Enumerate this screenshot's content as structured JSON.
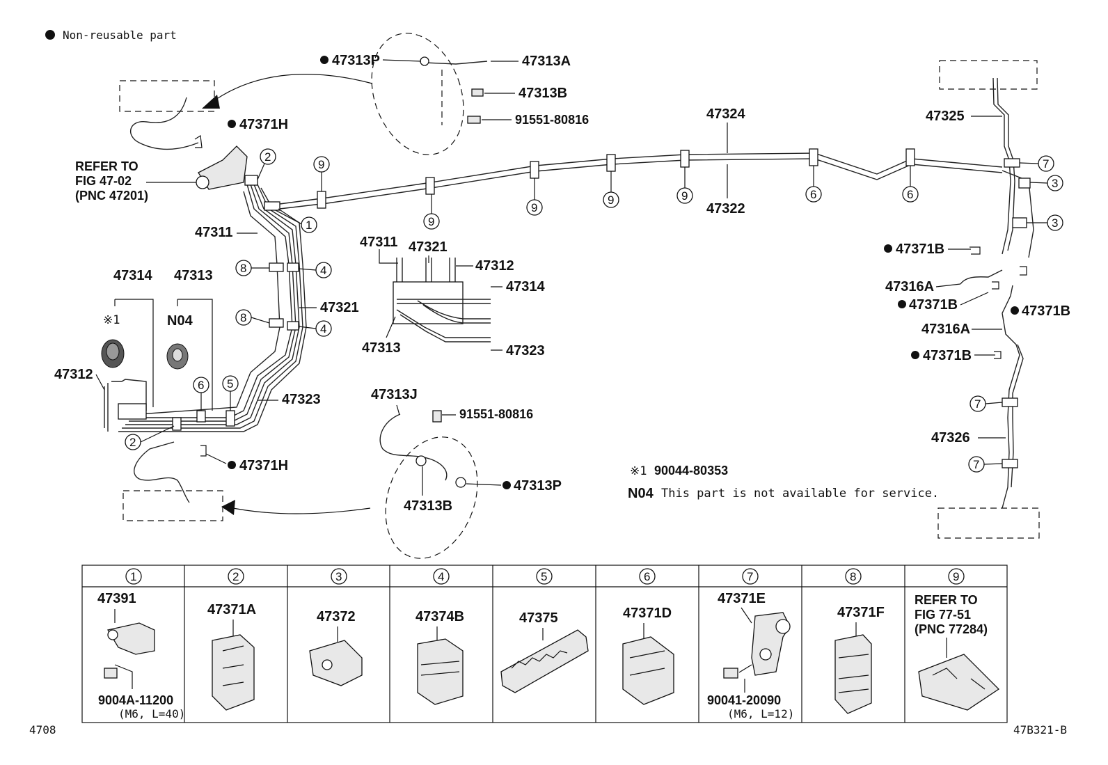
{
  "legend": {
    "nonreusable": "Non-reusable part"
  },
  "labels": {
    "p47313P_top": "47313P",
    "p47313A": "47313A",
    "p47313B_top": "47313B",
    "p91551_top": "91551-80816",
    "p47371H_top": "47371H",
    "p47324": "47324",
    "p47325": "47325",
    "p47322": "47322",
    "p47311": "47311",
    "p47321": "47321",
    "p47314": "47314",
    "p47313": "47313",
    "p47312": "47312",
    "pN04": "N04",
    "pX1": "※1",
    "p47323": "47323",
    "p47371H_bot": "47371H",
    "p47313J": "47313J",
    "p91551_bot": "91551-80816",
    "p47313P_bot": "47313P",
    "p47313B_bot": "47313B",
    "d47311": "47311",
    "d47321": "47321",
    "d47312": "47312",
    "d47314": "47314",
    "d47313": "47313",
    "d47323": "47323",
    "p47371B_1": "47371B",
    "p47316A_1": "47316A",
    "p47371B_2": "47371B",
    "p47371B_3": "47371B",
    "p47316A_2": "47316A",
    "p47371B_4": "47371B",
    "p47326": "47326"
  },
  "refer": {
    "line1": "REFER TO",
    "line2": "FIG 47-02",
    "line3": "(PNC 47201)"
  },
  "notes": {
    "x1_mark": "※1",
    "x1_part": "90044-80353",
    "n04_mark": "N04",
    "n04_text": "This part is not available for service."
  },
  "circle_nums": {
    "c1": "1",
    "c2": "2",
    "c3": "3",
    "c4": "4",
    "c5": "5",
    "c6": "6",
    "c7": "7",
    "c8": "8",
    "c9": "9"
  },
  "table": {
    "headers": [
      "1",
      "2",
      "3",
      "4",
      "5",
      "6",
      "7",
      "8",
      "9"
    ],
    "cells": [
      {
        "part": "47391",
        "sub": "9004A-11200",
        "sub2": "(M6, L=40)"
      },
      {
        "part": "47371A"
      },
      {
        "part": "47372"
      },
      {
        "part": "47374B"
      },
      {
        "part": "47375"
      },
      {
        "part": "47371D"
      },
      {
        "part": "47371E",
        "sub": "90041-20090",
        "sub2": "(M6, L=12)"
      },
      {
        "part": "47371F"
      },
      {
        "ref1": "REFER TO",
        "ref2": "FIG 77-51",
        "ref3": "(PNC 77284)"
      }
    ]
  },
  "footer": {
    "left": "4708",
    "right": "47B321-B"
  }
}
